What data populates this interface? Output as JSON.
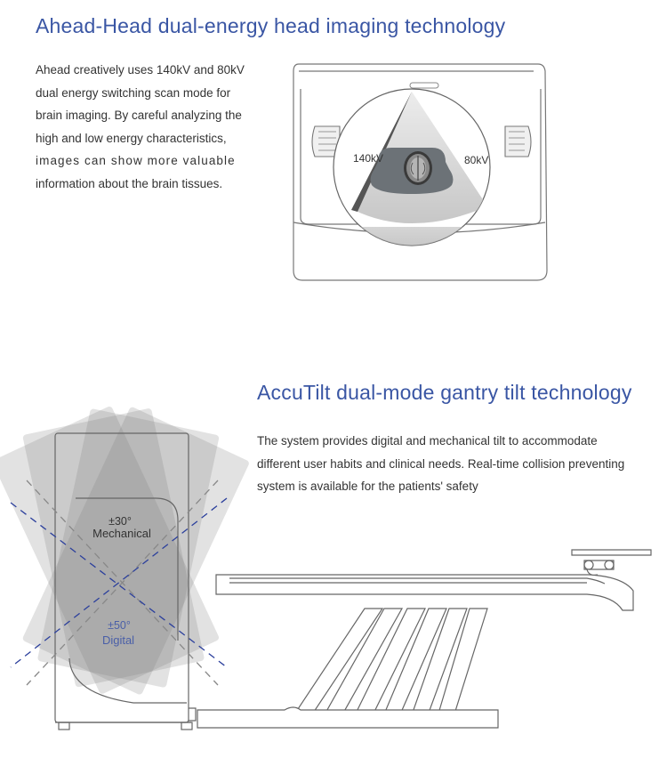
{
  "section1": {
    "title": "Ahead-Head dual-energy head imaging technology",
    "paragraph_lines": [
      "Ahead creatively uses 140kV and 80kV",
      "dual energy switching scan mode for",
      "brain imaging. By careful analyzing the",
      "high and low energy characteristics,",
      "images can show more valuable",
      "information about the brain tissues."
    ],
    "illustration": {
      "label_140": "140kV",
      "label_80": "80kV"
    }
  },
  "section2": {
    "title": "AccuTilt  dual-mode gantry tilt technology",
    "paragraph_lines": [
      "The system provides digital and mechanical tilt to accommodate",
      "different user habits and clinical needs. Real-time collision preventing",
      "system is available for the patients' safety"
    ],
    "illustration": {
      "mechanical_angle": "±30°",
      "mechanical_label": "Mechanical",
      "digital_angle": "±50°",
      "digital_label": "Digital"
    }
  },
  "colors": {
    "title": "#3a56a4",
    "text": "#333333",
    "digital_label": "#4a5fa8",
    "dash_blue": "#2b3f9c",
    "dash_gray": "#888888"
  }
}
